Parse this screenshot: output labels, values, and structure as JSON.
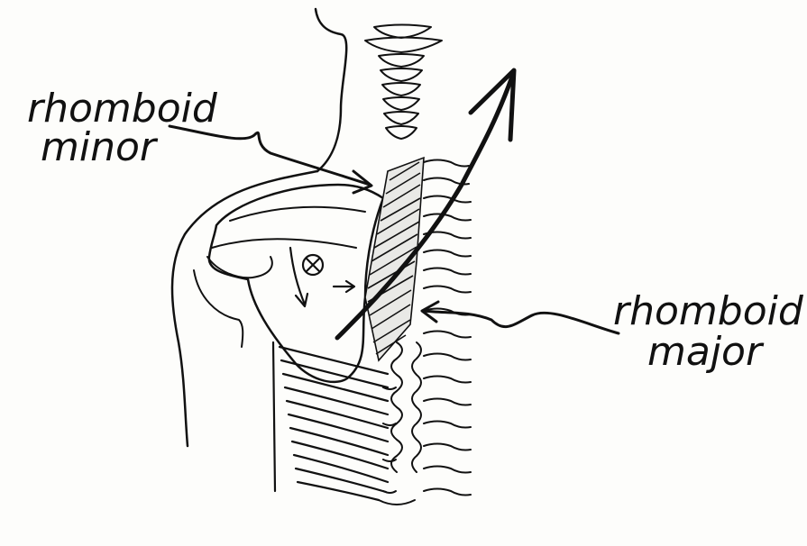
{
  "diagram": {
    "labels": {
      "rhomboid_minor": [
        "rhomboid",
        "minor"
      ],
      "rhomboid_major": [
        "rhomboid",
        "major"
      ]
    },
    "ink_color": "#111111",
    "paper_color": "#fdfdfb"
  }
}
